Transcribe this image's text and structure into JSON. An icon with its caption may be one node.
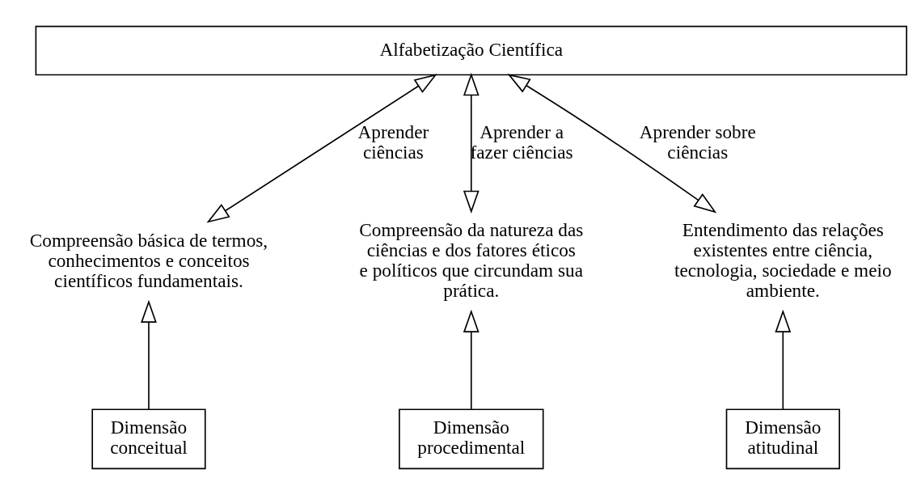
{
  "diagram": {
    "nodes": [
      {
        "text": [
          "Alfabetização Científica"
        ]
      },
      {
        "text": [
          "Compreensão básica de termos, conhecimentos e conceitos científicos fundamentais."
        ]
      },
      {
        "text": [
          "Compreensão da natureza das ciências e dos fatores éticos e políticos que circundam sua prática."
        ]
      },
      {
        "text": [
          "Entendimento das relações existentes entre ciência, tecnologia, sociedade e meio ambiente."
        ]
      },
      {
        "text": [
          "Dimensão conceitual"
        ]
      },
      {
        "text": [
          "Dimensão procedimental"
        ]
      },
      {
        "text": [
          "Dimensão atitudinal"
        ]
      }
    ],
    "edges": [
      {
        "from": 1,
        "to": 0,
        "arrow": "both",
        "label": "Aprender ciências"
      },
      {
        "from": 2,
        "to": 0,
        "arrow": "both",
        "label": "Aprender a fazer ciências"
      },
      {
        "from": 3,
        "to": 0,
        "arrow": "both",
        "label": "Aprender sobre ciências"
      },
      {
        "from": 4,
        "to": 1,
        "arrow": "to"
      },
      {
        "from": 5,
        "to": 2,
        "arrow": "to"
      },
      {
        "from": 6,
        "to": 3,
        "arrow": "to"
      }
    ]
  }
}
